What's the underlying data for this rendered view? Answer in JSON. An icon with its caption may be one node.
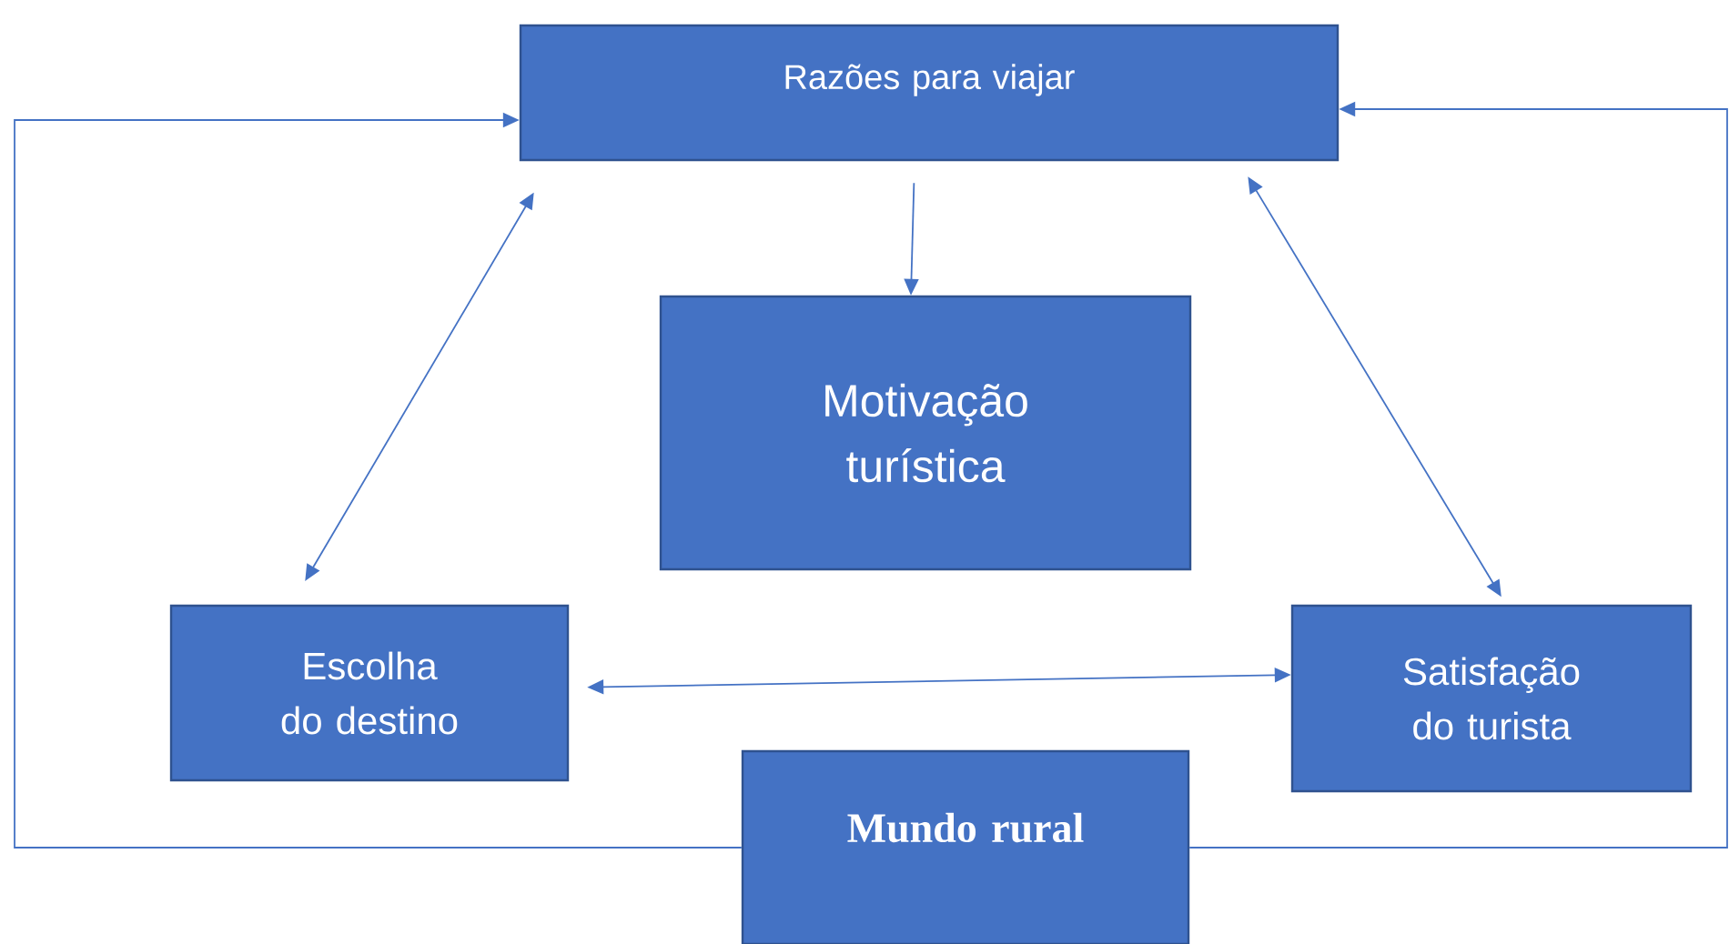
{
  "diagram": {
    "nodes": [
      {
        "text": [
          "Razões para viajar"
        ]
      },
      {
        "text": [
          "Motivação turística"
        ]
      },
      {
        "text": [
          "Escolha do destino"
        ]
      },
      {
        "text": [
          "Satisfação do turista"
        ]
      },
      {
        "text": [
          "Mundo rural"
        ]
      }
    ],
    "edges": [
      {
        "from": 0,
        "to": 1,
        "arrow": "to"
      },
      {
        "from": 2,
        "to": 0,
        "arrow": "both"
      },
      {
        "from": 3,
        "to": 0,
        "arrow": "both"
      },
      {
        "from": 2,
        "to": 3,
        "arrow": "both"
      },
      {
        "from": 4,
        "to": 0,
        "arrow": "to"
      },
      {
        "from": 4,
        "to": 0,
        "arrow": "to"
      }
    ]
  }
}
